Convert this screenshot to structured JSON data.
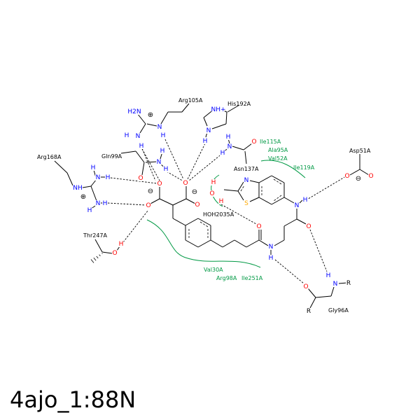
{
  "title": "4ajo_1:88N",
  "colors": {
    "N": "#0000ff",
    "O": "#ff0000",
    "S": "#ffaa00",
    "C": "#000000",
    "H": "#0000ff",
    "HW": "#ff0000",
    "hydrophobic": "#009944",
    "bond": "#000000"
  },
  "residues": {
    "arg105": "Arg105A",
    "his192": "His192A",
    "asn137": "Asn137A",
    "gln99": "Gln99A",
    "arg168": "Arg168A",
    "thr247": "Thr247A",
    "asp51": "Asp51A",
    "gly96": "Gly96A",
    "water": "HOH2035A"
  },
  "hydrophobic": {
    "ile115": "Ile115A",
    "ala95": "Ala95A",
    "val52": "Val52A",
    "ile119": "Ile119A",
    "val30": "Val30A",
    "arg98": "Arg98A",
    "ile251": "Ile251A"
  },
  "atoms": [
    {
      "text": "H2N",
      "el": "N"
    },
    {
      "text": "N",
      "el": "N"
    },
    {
      "text": "H",
      "el": "H"
    },
    {
      "text": "N",
      "el": "N"
    },
    {
      "text": "H",
      "el": "H"
    },
    {
      "text": "H",
      "el": "H"
    },
    {
      "text": "NH+",
      "el": "N"
    },
    {
      "text": "N",
      "el": "N"
    },
    {
      "text": "H",
      "el": "H"
    },
    {
      "text": "H",
      "el": "H"
    },
    {
      "text": "N",
      "el": "N"
    },
    {
      "text": "H",
      "el": "H"
    },
    {
      "text": "O",
      "el": "O"
    },
    {
      "text": "O",
      "el": "O"
    },
    {
      "text": "N",
      "el": "N"
    },
    {
      "text": "H",
      "el": "H"
    },
    {
      "text": "H",
      "el": "H"
    },
    {
      "text": "NH",
      "el": "N"
    },
    {
      "text": "N",
      "el": "N"
    },
    {
      "text": "H",
      "el": "H"
    },
    {
      "text": "H",
      "el": "H"
    },
    {
      "text": "N",
      "el": "N"
    },
    {
      "text": "H",
      "el": "H"
    },
    {
      "text": "H",
      "el": "H"
    },
    {
      "text": "O",
      "el": "O"
    },
    {
      "text": "H",
      "el": "HW"
    },
    {
      "text": "O",
      "el": "O"
    },
    {
      "text": "O",
      "el": "O"
    },
    {
      "text": "O",
      "el": "O"
    },
    {
      "text": "N",
      "el": "N"
    },
    {
      "text": "H",
      "el": "H"
    },
    {
      "text": "R",
      "el": "C"
    },
    {
      "text": "R",
      "el": "C"
    },
    {
      "text": "O",
      "el": "O"
    },
    {
      "text": "O",
      "el": "O"
    },
    {
      "text": "O",
      "el": "O"
    },
    {
      "text": "O",
      "el": "O"
    },
    {
      "text": "O",
      "el": "O"
    },
    {
      "text": "N",
      "el": "N"
    },
    {
      "text": "H",
      "el": "H"
    },
    {
      "text": "O",
      "el": "O"
    },
    {
      "text": "N",
      "el": "N"
    },
    {
      "text": "H",
      "el": "H"
    },
    {
      "text": "N",
      "el": "N"
    },
    {
      "text": "S",
      "el": "S"
    },
    {
      "text": "O",
      "el": "O"
    },
    {
      "text": "H",
      "el": "HW"
    },
    {
      "text": "H",
      "el": "HW"
    }
  ],
  "charges": [
    "⊕",
    "⊕",
    "⊖",
    "⊖",
    "⊖"
  ]
}
